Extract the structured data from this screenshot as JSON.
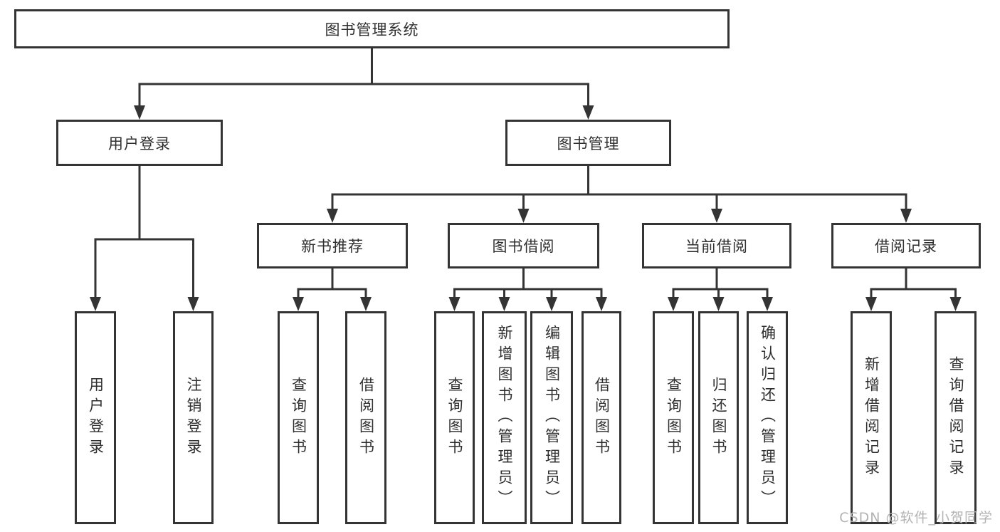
{
  "colors": {
    "line": "#343434",
    "box_border": "#343434",
    "text": "#2f2f2f",
    "watermark": "#b3b3b3",
    "background": "#ffffff"
  },
  "watermark": {
    "text": "CSDN @软件_小贺同学"
  },
  "tree": {
    "root": {
      "label": "图书管理系统",
      "children": [
        {
          "label": "用户登录",
          "children": [
            {
              "label": "用户登录"
            },
            {
              "label": "注销登录"
            }
          ]
        },
        {
          "label": "图书管理",
          "children": [
            {
              "label": "新书推荐",
              "children": [
                {
                  "label": "查询图书"
                },
                {
                  "label": "借阅图书"
                }
              ]
            },
            {
              "label": "图书借阅",
              "children": [
                {
                  "label": "查询图书"
                },
                {
                  "label": "新增图书（管理员）"
                },
                {
                  "label": "编辑图书（管理员）"
                },
                {
                  "label": "借阅图书"
                }
              ]
            },
            {
              "label": "当前借阅",
              "children": [
                {
                  "label": "查询图书"
                },
                {
                  "label": "归还图书"
                },
                {
                  "label": "确认归还（管理员）"
                }
              ]
            },
            {
              "label": "借阅记录",
              "children": [
                {
                  "label": "新增借阅记录"
                },
                {
                  "label": "查询借阅记录"
                }
              ]
            }
          ]
        }
      ]
    }
  }
}
